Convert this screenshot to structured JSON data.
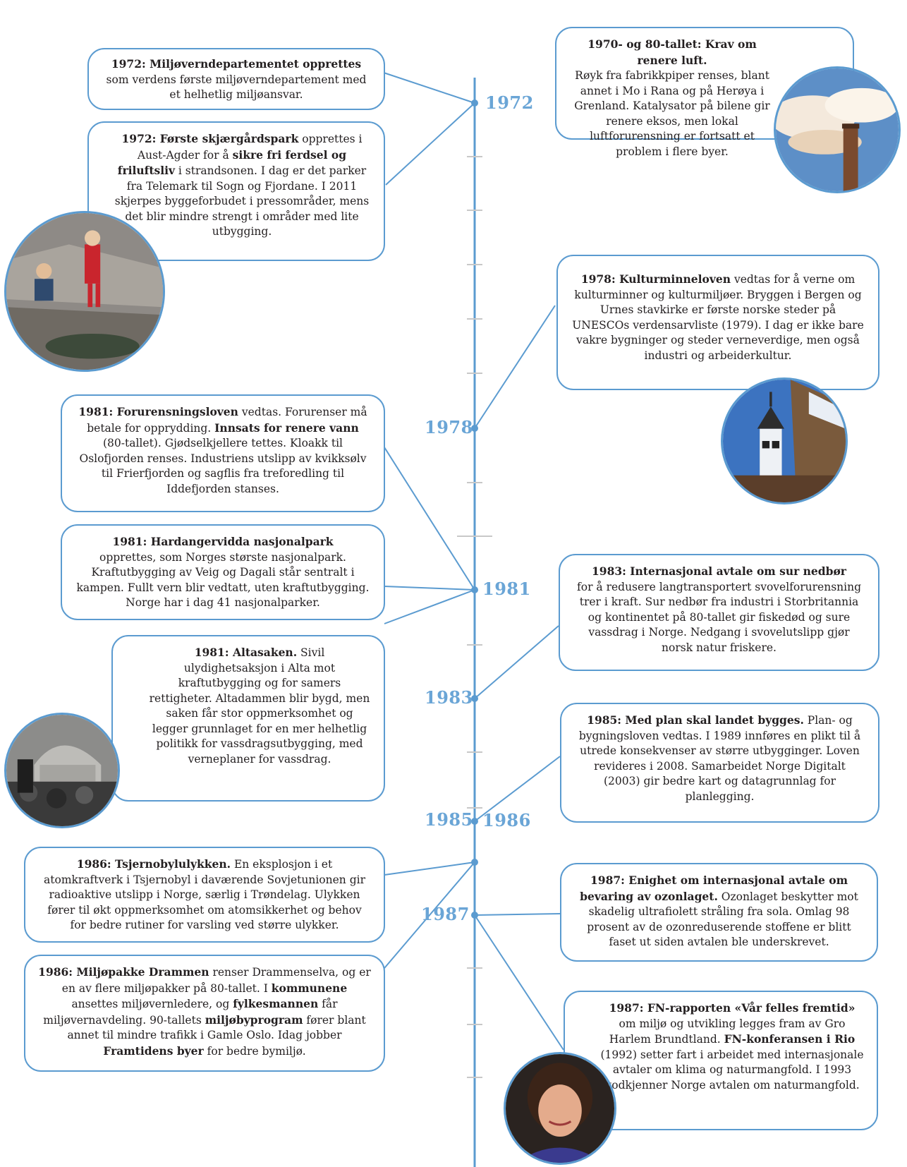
{
  "timeline": {
    "years": [
      "1972",
      "1978",
      "1981",
      "1983",
      "1985",
      "1986",
      "1987"
    ]
  },
  "events": {
    "e1972_dept": {
      "bold": "1972: Miljøverndepartementet opprettes",
      "text": "som verdens første miljøverndepartement med et helhetlig miljøansvar."
    },
    "e1972_park": {
      "bold1": "1972: Første skjærgårdspark",
      "t1": " opprettes i Aust-Agder for å ",
      "bold2": "sikre fri ferdsel og friluftsliv",
      "t2": " i strandsonen. I dag er det parker fra Telemark til Sogn og Fjordane. I 2011 skjerpes byggeforbudet i pressområder, mens det blir mindre strengt i områder med lite utbygging."
    },
    "e1970_air": {
      "bold": "1970- og 80-tallet: Krav om renere luft.",
      "text": "Røyk fra fabrikkpiper renses, blant annet i Mo i Rana og på Herøya i Grenland. Katalysator på bilene gir renere eksos, men lokal luftforurensning er fortsatt et problem i flere byer."
    },
    "e1978_culture": {
      "bold": "1978: Kulturminneloven",
      "text": " vedtas for å verne om kulturminner og kulturmiljøer. Bryggen i Bergen og Urnes stavkirke er første norske steder på UNESCOs verdensarvliste (1979). I dag er ikke bare vakre bygninger og steder verneverdige, men også industri og arbeiderkultur."
    },
    "e1981_pollution": {
      "bold1": "1981: Forurensningsloven",
      "t1": " vedtas. Forurenser må betale for opprydding. ",
      "bold2": "Innsats for renere vann",
      "t2": " (80-tallet). Gjødselkjellere tettes. Kloakk til Oslofjorden renses. Industriens utslipp av kvikksølv til Frierfjorden og sagflis fra treforedling til Iddefjorden stanses."
    },
    "e1981_hardanger": {
      "bold": "1981: Hardangervidda nasjonalpark",
      "text": "opprettes, som Norges største nasjonalpark. Kraftutbygging av Veig og Dagali står sentralt i kampen. Fullt vern blir vedtatt, uten kraftutbygging. Norge har i dag 41 nasjonalparker."
    },
    "e1981_alta": {
      "bold": "1981: Altasaken.",
      "text": " Sivil ulydighetsaksjon i Alta mot kraftutbygging og for samers rettigheter. Altadammen blir bygd, men saken får stor oppmerksomhet og legger grunnlaget for en mer helhetlig politikk for vassdragsutbygging, med verneplaner for vassdrag."
    },
    "e1983_acid": {
      "bold": "1983: Internasjonal avtale om sur nedbør",
      "text": "for å redusere langtransportert svovelforurensning trer i kraft. Sur nedbør fra industri i Storbritannia og kontinentet på 80-tallet gir fiskedød og sure vassdrag i Norge. Nedgang i svovelutslipp gjør norsk natur friskere."
    },
    "e1985_plan": {
      "bold": "1985: Med plan skal landet bygges.",
      "text": " Plan- og bygningsloven vedtas. I 1989 innføres en plikt til å utrede konsekvenser av større utbygginger. Loven revideres i 2008. Samarbeidet Norge Digitalt (2003) gir bedre kart og datagrunnlag for planlegging."
    },
    "e1986_chernobyl": {
      "bold": "1986: Tsjernobylulykken.",
      "text": " En eksplosjon i et atomkraftverk i Tsjernobyl i daværende Sovjetunionen gir radioaktive utslipp i Norge, særlig i Trøndelag. Ulykken fører til økt oppmerksomhet om atomsikkerhet og behov for bedre rutiner for varsling ved større ulykker."
    },
    "e1986_drammen": {
      "bold1": "1986: Miljøpakke Drammen",
      "t1": " renser Drammenselva, og er en av flere miljøpakker på 80-tallet. I ",
      "bold2": "kommunene",
      "t2": " ansettes miljøvernledere, og ",
      "bold3": "fylkesmannen",
      "t3": " får miljøvernavdeling. 90-tallets ",
      "bold4": "miljøbyprogram",
      "t4": " fører blant annet til mindre trafikk i Gamle Oslo. Idag jobber ",
      "bold5": "Framtidens byer",
      "t5": " for bedre bymiljø."
    },
    "e1987_ozone": {
      "bold": "1987: Enighet om internasjonal avtale om bevaring av ozonlaget.",
      "text": " Ozonlaget beskytter mot skadelig ultrafiolett stråling fra sola. Omlag 98 prosent av de ozonreduserende stoffene er blitt faset ut siden avtalen ble underskrevet."
    },
    "e1987_un": {
      "bold1": "1987: FN-rapporten «Vår felles fremtid»",
      "t1": " om miljø og utvikling legges fram av Gro Harlem Brundtland. ",
      "bold2": "FN-konferansen i Rio",
      "t2": " (1992) setter fart i arbeidet med internasjonale avtaler om klima og naturmangfold. I 1993 godkjenner Norge avtalen om naturmangfold."
    }
  },
  "colors": {
    "line": "#5b9bd0",
    "year": "#6aa5d6",
    "tick": "#c8c8c8"
  }
}
